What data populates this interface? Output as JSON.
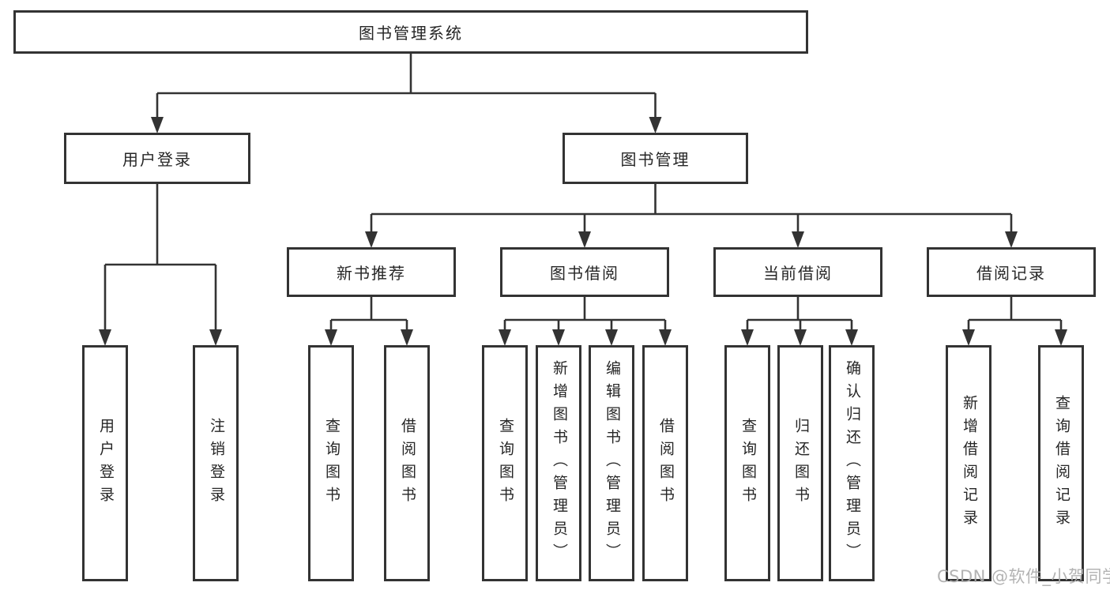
{
  "colors": {
    "line": "#333333",
    "box_border": "#333333",
    "box_fill": "#ffffff",
    "text": "#262626",
    "watermark": "#acacac",
    "background": "#ffffff"
  },
  "watermark": {
    "text": "CSDN @软件_小贺同学"
  },
  "tree": {
    "root": {
      "label": "图书管理系统"
    },
    "branches": [
      {
        "label": "用户登录",
        "children": [
          {
            "label": "用户登录"
          },
          {
            "label": "注销登录"
          }
        ]
      },
      {
        "label": "图书管理",
        "sections": [
          {
            "label": "新书推荐",
            "children": [
              {
                "label": "查询图书"
              },
              {
                "label": "借阅图书"
              }
            ]
          },
          {
            "label": "图书借阅",
            "children": [
              {
                "label": "查询图书"
              },
              {
                "label": "新增图书（管理员）"
              },
              {
                "label": "编辑图书（管理员）"
              },
              {
                "label": "借阅图书"
              }
            ]
          },
          {
            "label": "当前借阅",
            "children": [
              {
                "label": "查询图书"
              },
              {
                "label": "归还图书"
              },
              {
                "label": "确认归还（管理员）"
              }
            ]
          },
          {
            "label": "借阅记录",
            "children": [
              {
                "label": "新增借阅记录"
              },
              {
                "label": "查询借阅记录"
              }
            ]
          }
        ]
      }
    ]
  }
}
